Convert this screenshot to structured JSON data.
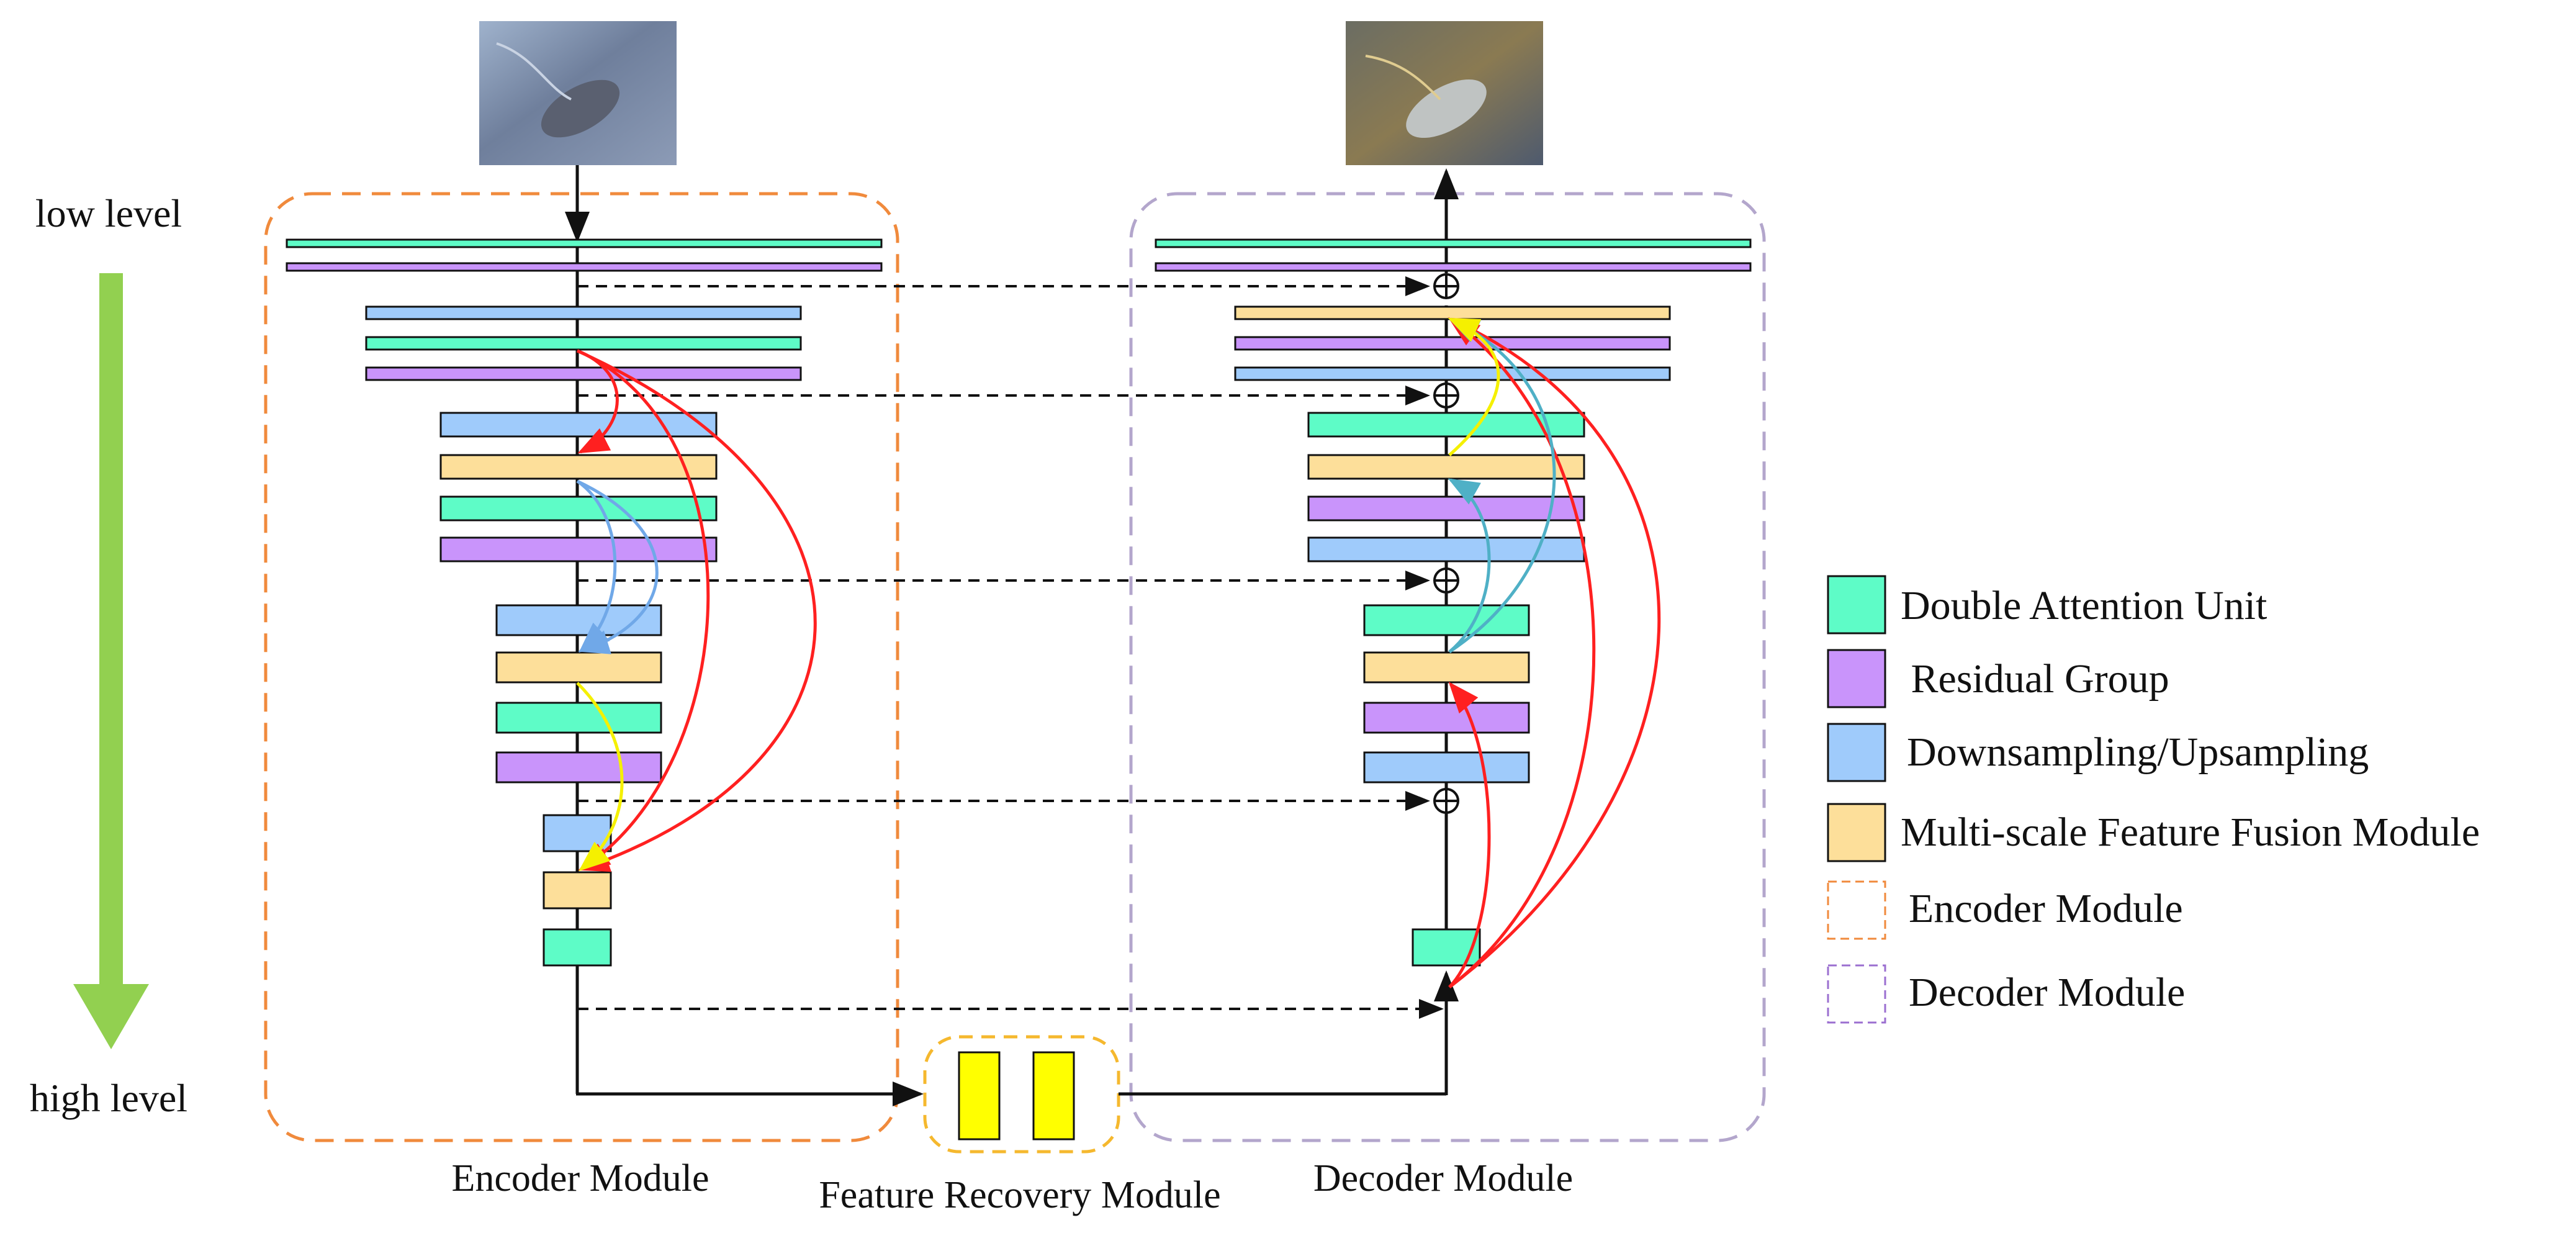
{
  "side_labels": {
    "top": "low level",
    "bottom": "high level"
  },
  "modules": {
    "encoder": "Encoder Module",
    "feature_recovery": "Feature Recovery Module",
    "decoder": "Decoder Module"
  },
  "legend": [
    {
      "label": "Double Attention Unit",
      "color": "#5efcc7",
      "kind": "block"
    },
    {
      "label": " Residual Group",
      "color": "#c994fb",
      "kind": "block"
    },
    {
      "label": "Downsampling/Upsampling",
      "color": "#9fcbfb",
      "kind": "block"
    },
    {
      "label": "Multi-scale Feature Fusion Module",
      "color": "#fddf9a",
      "kind": "block"
    },
    {
      "label": "Encoder Module",
      "color": "#f08a3c",
      "kind": "dashed"
    },
    {
      "label": "Decoder Module",
      "color": "#9b6fd0",
      "kind": "dashed"
    }
  ],
  "colors": {
    "attention": "#5efcc7",
    "residual": "#c994fb",
    "sampling": "#9fcbfb",
    "fusion": "#fddf9a",
    "encoder_border": "#f08a3c",
    "decoder_border": "#b3a6cc",
    "recovery_border": "#f5b82e",
    "recovery_block": "#ffff00",
    "level_arrow": "#92d050",
    "red_arc": "#ff2020",
    "blue_arc": "#70a8e8",
    "teal_arc": "#4fb0c6",
    "yellow_arc": "#f5f000"
  }
}
